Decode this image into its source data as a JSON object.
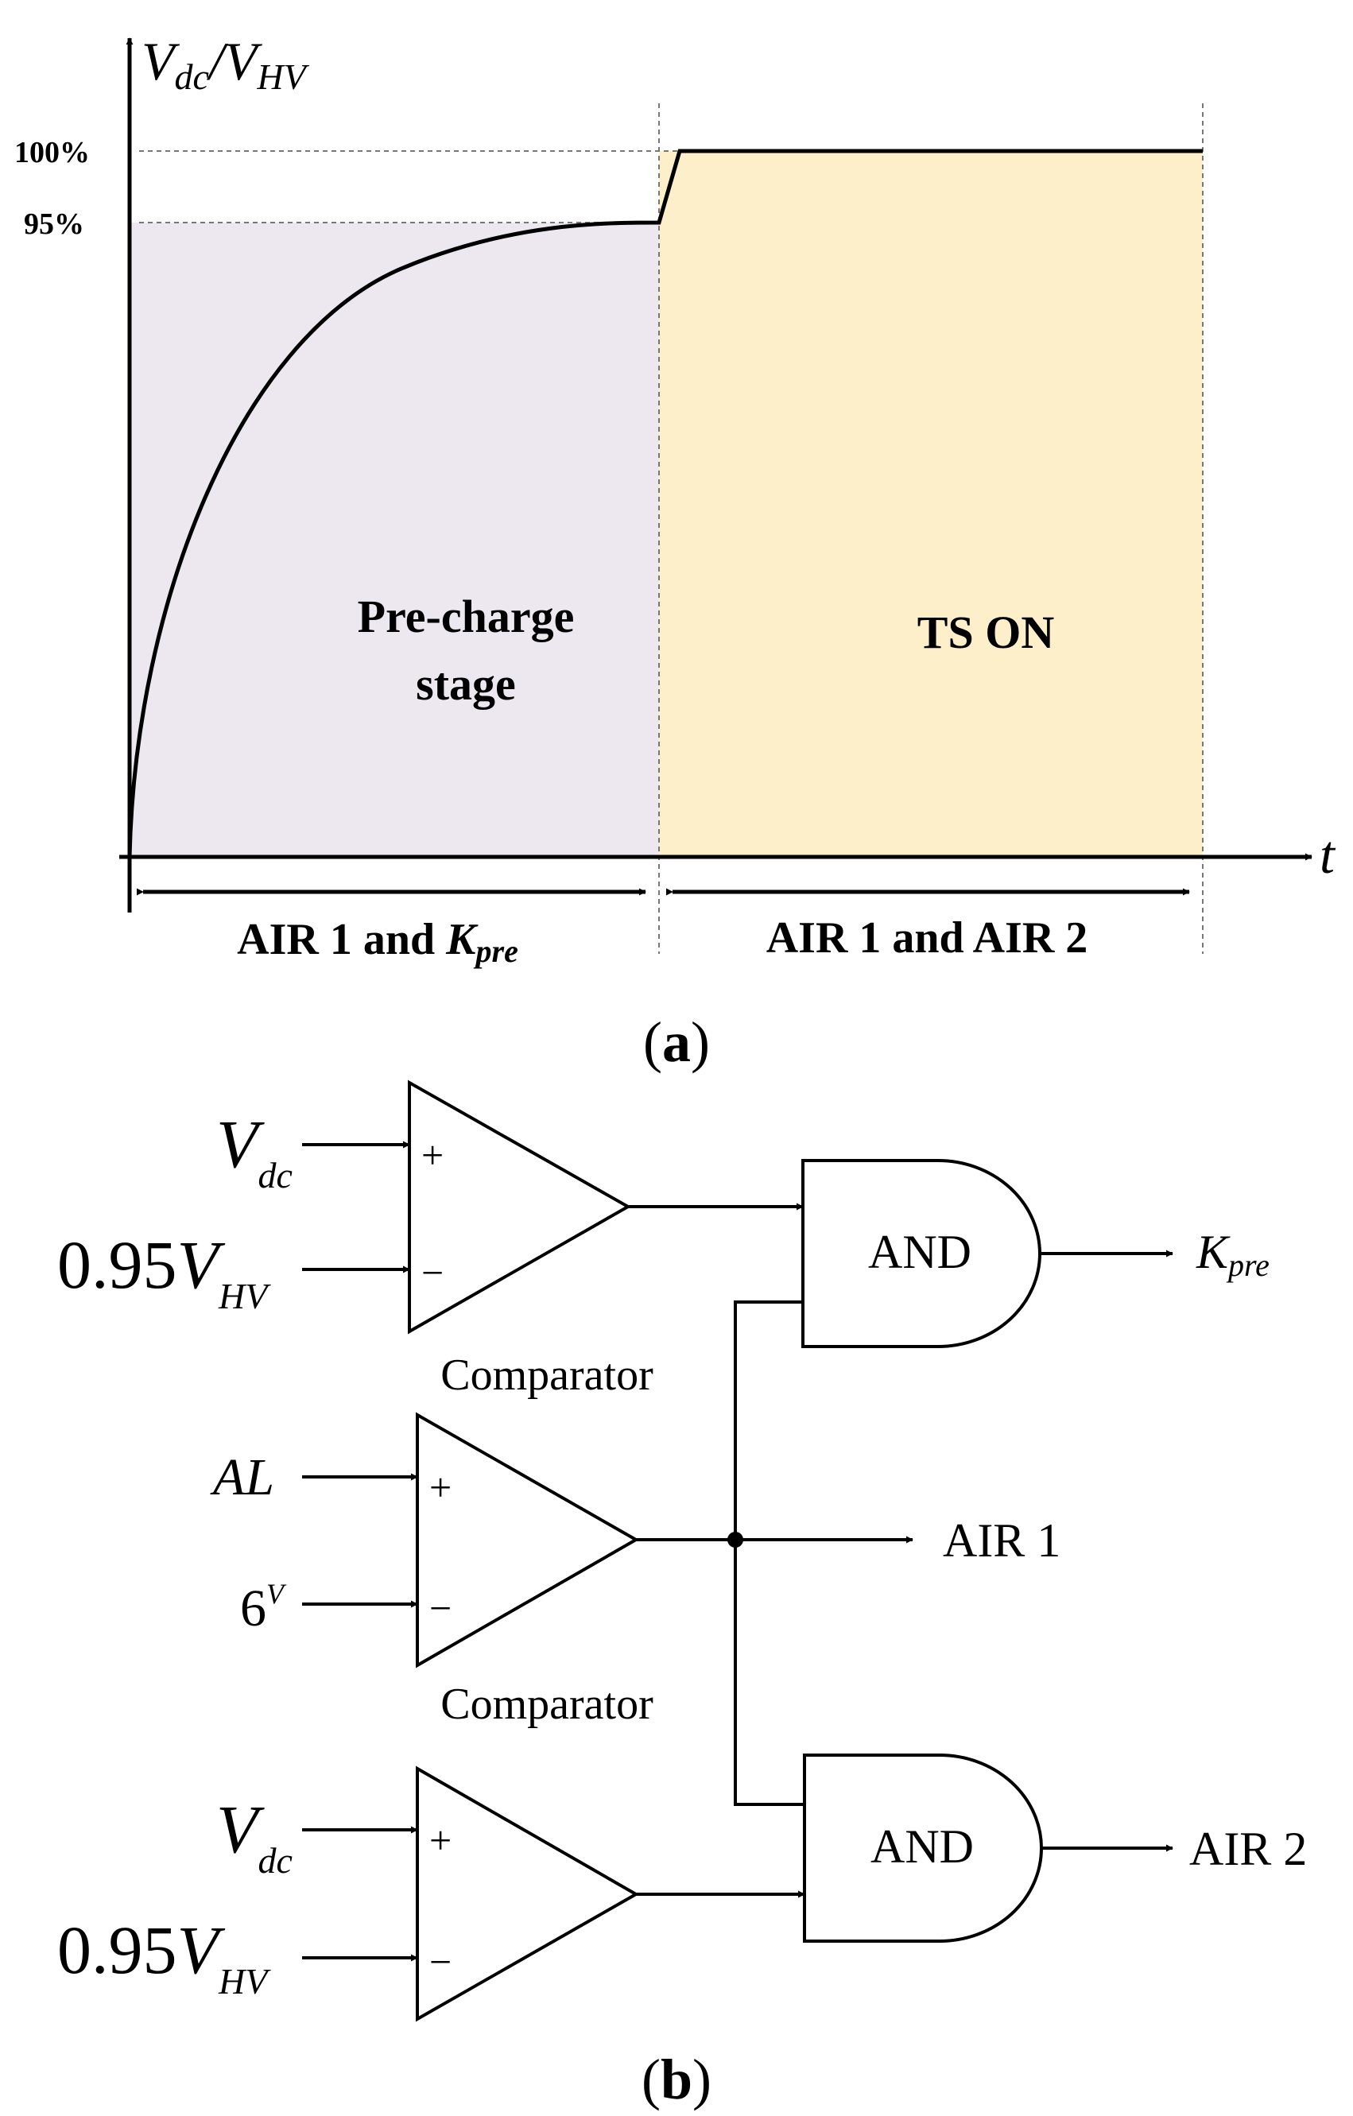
{
  "panel_a": {
    "y_axis_label": {
      "v1": "V",
      "sub1": "dc",
      "slash": "/",
      "v2": "V",
      "sub2": "HV"
    },
    "x_axis_label": "t",
    "tick_100": "100%",
    "tick_95": "95%",
    "region_precharge_line1": "Pre-charge",
    "region_precharge_line2": "stage",
    "region_ts": "TS ON",
    "span_left": {
      "text": "AIR 1 and ",
      "k": "K",
      "sub": "pre"
    },
    "span_right": "AIR 1 and AIR 2",
    "caption": {
      "open": "(",
      "letter": "a",
      "close": ")"
    },
    "colors": {
      "precharge_fill": "#EDE8F0",
      "ts_fill": "#FCEFC9"
    }
  },
  "panel_b": {
    "comp1_in1": {
      "main": "V",
      "sub": "dc"
    },
    "comp1_in2": {
      "coef": "0.95",
      "main": "V",
      "sub": "HV"
    },
    "comp1_plus": "+",
    "comp1_minus": "−",
    "comp1_label": "Comparator",
    "comp2_in1": "AL",
    "comp2_in2": {
      "main": "6",
      "sup": "V"
    },
    "comp2_plus": "+",
    "comp2_minus": "−",
    "comp2_label": "Comparator",
    "comp3_in1": {
      "main": "V",
      "sub": "dc"
    },
    "comp3_in2": {
      "coef": "0.95",
      "main": "V",
      "sub": "HV"
    },
    "comp3_plus": "+",
    "comp3_minus": "−",
    "and1_label": "AND",
    "and2_label": "AND",
    "out_kpre": {
      "k": "K",
      "sub": "pre"
    },
    "out_air1": "AIR 1",
    "out_air2": "AIR 2",
    "caption": {
      "open": "(",
      "letter": "b",
      "close": ")"
    }
  }
}
